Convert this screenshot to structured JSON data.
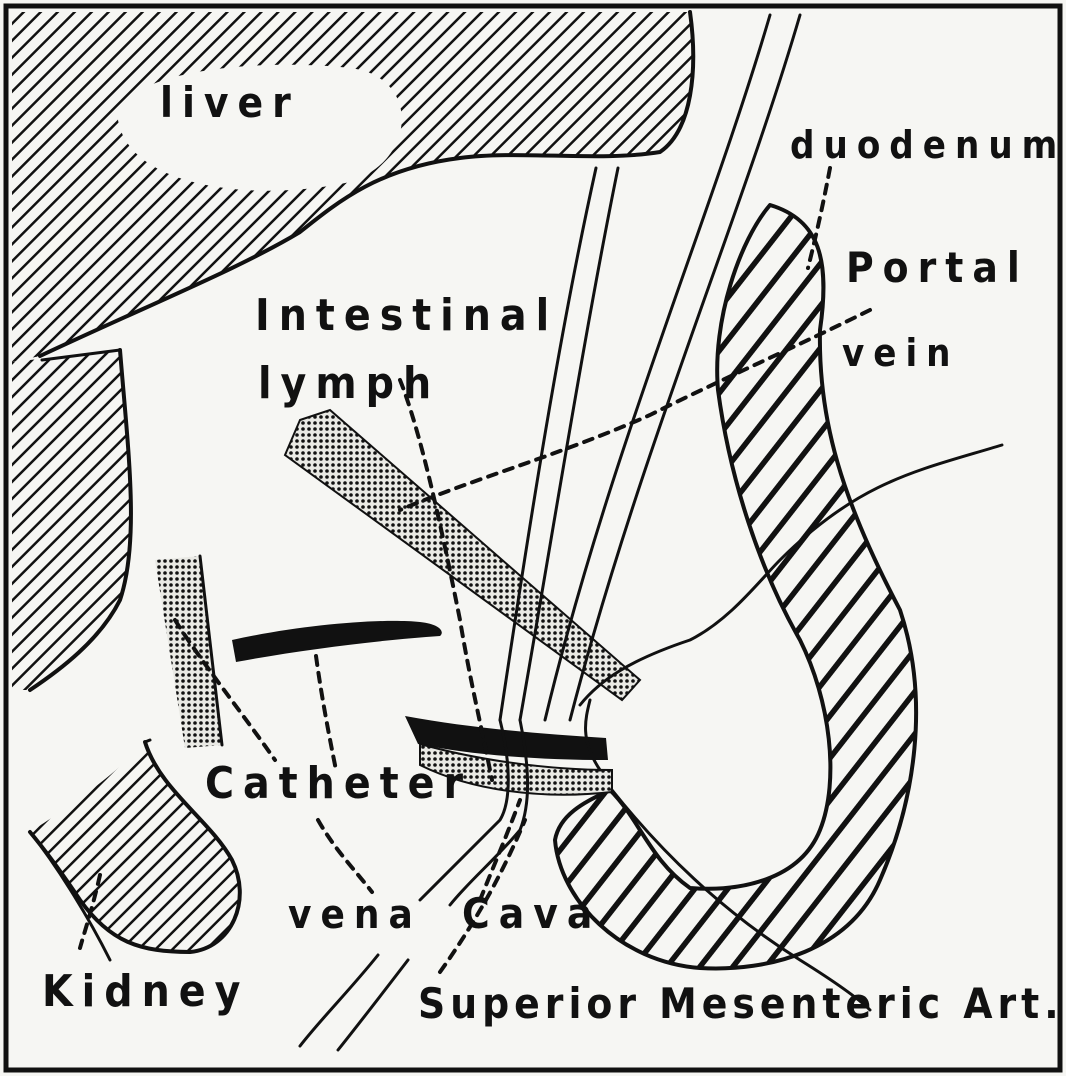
{
  "labels": {
    "liver": "liver",
    "duodenum": "duodenum",
    "portal": "Portal",
    "vein": "vein",
    "intestinal": "Intestinal",
    "lymph": "lymph",
    "catheter": "Catheter",
    "vena": "vena",
    "cava": "Cava",
    "kidney": "Kidney",
    "sma": "Superior Mesenteric Art."
  },
  "colors": {
    "ink": "#111111",
    "paper": "#f6f6f3"
  }
}
